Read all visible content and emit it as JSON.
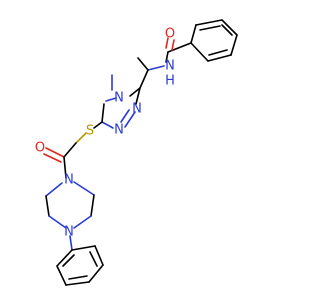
{
  "atoms": {
    "o_amide": "O",
    "n_amide": "N",
    "h_amide": "H",
    "n_ring4": "N",
    "methyl": "methyl",
    "n_ring2": "N",
    "n_ring1": "N",
    "s_thio": "S",
    "o_ketone": "O",
    "n_pip1": "N",
    "n_pip2": "N"
  },
  "colors": {
    "carbon": "#000000",
    "nitrogen": "#2a3bd6",
    "oxygen": "#e0261d",
    "sulfur": "#b39a00"
  }
}
